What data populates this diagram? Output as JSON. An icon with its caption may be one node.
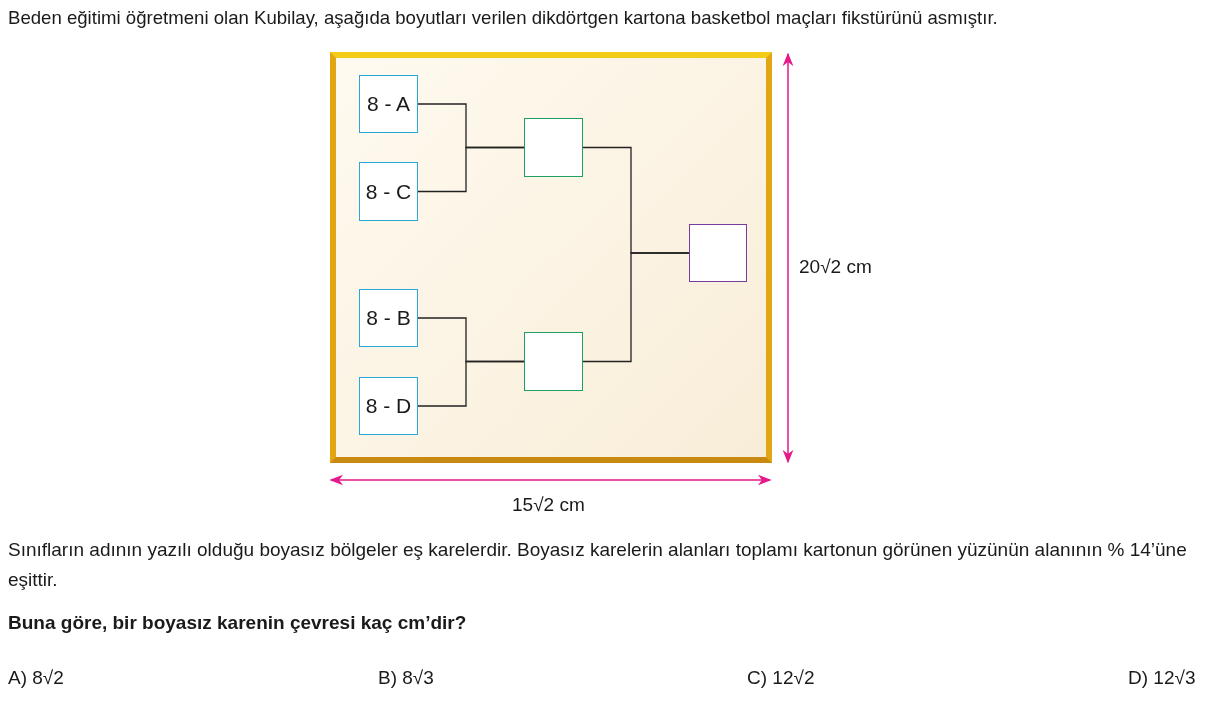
{
  "diagram": {
    "nodes": [
      {
        "text": [],
        "shape": "box"
      },
      {
        "text": [
          "8 - A"
        ],
        "in": 0
      },
      {
        "text": [
          "8 - C"
        ],
        "in": 0
      },
      {
        "text": [
          "8 - B"
        ],
        "in": 0
      },
      {
        "text": [
          "8 - D"
        ],
        "in": 0
      },
      {
        "text": [],
        "shape": "box",
        "in": 0
      },
      {
        "text": [],
        "shape": "box",
        "in": 0
      },
      {
        "text": [],
        "shape": "box",
        "in": 0
      }
    ],
    "edges": [
      {
        "from": 1,
        "to": 5,
        "arrow": "none"
      },
      {
        "from": 2,
        "to": 5,
        "arrow": "none"
      },
      {
        "from": 3,
        "to": 6,
        "arrow": "none"
      },
      {
        "from": 4,
        "to": 6,
        "arrow": "none"
      },
      {
        "from": 5,
        "to": 7,
        "arrow": "none"
      },
      {
        "from": 6,
        "to": 7,
        "arrow": "none"
      }
    ],
    "labels": [
      "Beden eğitimi öğretmeni olan Kubilay, aşağıda boyutları verilen dikdörtgen kartona basketbol maçları fikstürünü asmıştır.",
      "20√2 cm",
      "15√2 cm",
      "Sınıfların adının yazılı olduğu boyasız bölgeler eş karelerdir. Boyasız karelerin alanları toplamı kartonun görünen yüzünün alanının % 14’üne eşittir.",
      "Buna göre, bir boyasız karenin çevresi kaç cm’dir?",
      "A) 8√2",
      "B) 8√3",
      "C) 12√2",
      "D) 12√3"
    ]
  }
}
